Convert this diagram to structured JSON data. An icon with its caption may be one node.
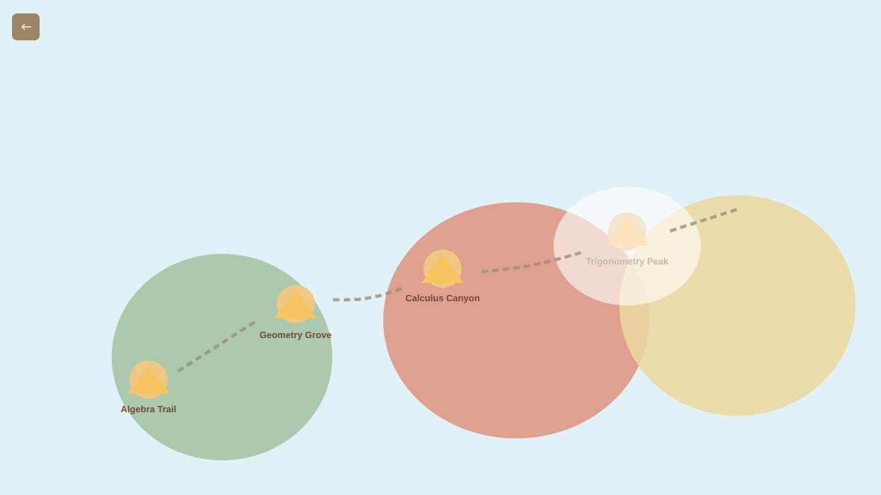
{
  "diagram": {
    "nodes": [
      {
        "text": [
          "Algebra Trail"
        ]
      },
      {
        "text": [
          "Geometry Grove"
        ]
      },
      {
        "text": [
          "Calculus Canyon"
        ]
      },
      {
        "text": [
          "Trigonometry Peak"
        ]
      }
    ],
    "edges": [
      {
        "from": 0,
        "to": 1,
        "arrow": "none",
        "style": "dashed"
      },
      {
        "from": 1,
        "to": 2,
        "arrow": "none",
        "style": "dashed"
      },
      {
        "from": 2,
        "to": 3,
        "arrow": "none",
        "style": "dashed"
      },
      {
        "from": 3,
        "to": null,
        "arrow": "none",
        "style": "dashed"
      }
    ]
  }
}
